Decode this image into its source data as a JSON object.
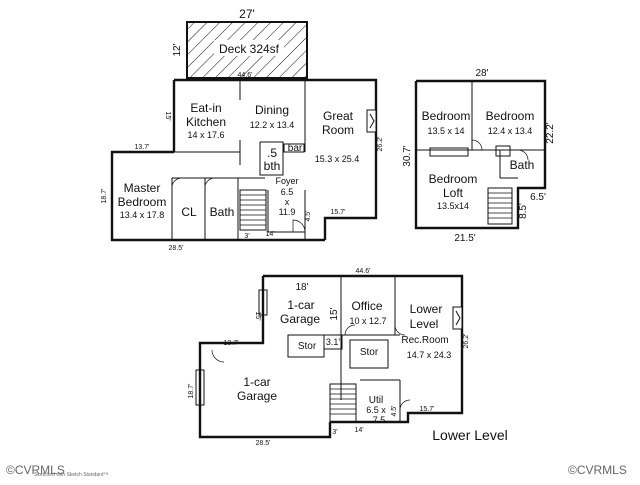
{
  "main_level": {
    "deck": {
      "label": "Deck 324sf",
      "width": "27'",
      "depth": "12'"
    },
    "dims": {
      "d_44_6": "44.6'",
      "d_15": "15'",
      "d_13_7": "13.7'",
      "d_18_7": "18.7'",
      "d_28_5": "28.5'",
      "d_3": "3'",
      "d_14": "14'",
      "d_4_5": "4.5'",
      "d_15_7": "15.7'",
      "d_26_2": "26.2'"
    },
    "rooms": {
      "eatin": {
        "name1": "Eat-in",
        "name2": "Kitchen",
        "size": "14 x 17.6"
      },
      "dining": {
        "name": "Dining",
        "size": "12.2 x 13.4"
      },
      "great": {
        "name1": "Great",
        "name2": "Room",
        "size": "15.3 x 25.4"
      },
      "half_bath": {
        "name1": ".5",
        "name2": "bth"
      },
      "bar": {
        "name": "bar"
      },
      "foyer": {
        "name": "Foyer",
        "size1": "6.5",
        "size2": "x",
        "size3": "11.9"
      },
      "master": {
        "name1": "Master",
        "name2": "Bedroom",
        "size": "13.4 x 17.8"
      },
      "closet": {
        "name": "CL"
      },
      "bath": {
        "name": "Bath"
      }
    }
  },
  "upper_level": {
    "dims": {
      "top": "28'",
      "left": "30.7'",
      "right": "22.2'",
      "d_6_5": "6.5'",
      "d_8_5": "8.5'",
      "bottom": "21.5'"
    },
    "rooms": {
      "bedroom1": {
        "name": "Bedroom",
        "size": "13.5 x 14"
      },
      "bedroom2": {
        "name": "Bedroom",
        "size": "12.4 x 13.4"
      },
      "bath": {
        "name": "Bath"
      },
      "loft": {
        "name1": "Bedroom",
        "name2": "Loft",
        "size": "13.5x14"
      }
    }
  },
  "lower_level": {
    "title": "Lower Level",
    "dims": {
      "d_18": "18'",
      "d_44_6": "44.6'",
      "d_15": "15'",
      "d_15b": "15'",
      "d_13_7": "13.7'",
      "d_18_7": "18.7'",
      "d_28_5": "28.5'",
      "d_3": "3'",
      "d_14": "14'",
      "d_4_5": "4.5'",
      "d_15_7": "15.7'",
      "d_26_2": "26.2'",
      "d_3_1": "3.1'"
    },
    "rooms": {
      "garage1": {
        "name1": "1-car",
        "name2": "Garage"
      },
      "garage2": {
        "name1": "1-car",
        "name2": "Garage"
      },
      "office": {
        "name": "Office",
        "size": "10 x 12.7"
      },
      "rec": {
        "name1": "Lower",
        "name2": "Level",
        "name3": "Rec.Room",
        "size": "14.7 x 24.3"
      },
      "stor1": {
        "name": "Stor"
      },
      "stor2": {
        "name": "Stor"
      },
      "util": {
        "name": "Util",
        "size1": "6.5 x",
        "size2": "7.5"
      }
    }
  },
  "watermarks": {
    "left": "©CVRMLS",
    "left_small": "Sketched with Sketch Standard™",
    "right": "©CVRMLS"
  }
}
